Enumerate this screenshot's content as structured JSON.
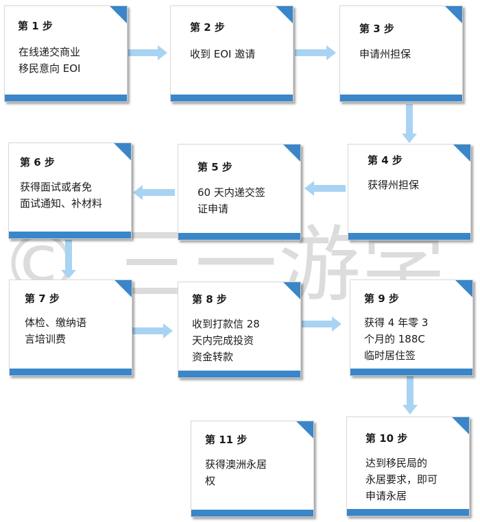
{
  "watermark": "© 三一游学",
  "steps": [
    {
      "label": "第 1 步",
      "text": [
        "在线递交商业",
        "移民意向 EOI"
      ]
    },
    {
      "label": "第 2 步",
      "text": [
        "收到 EOI 邀请"
      ]
    },
    {
      "label": "第 3 步",
      "text": [
        "申请州担保"
      ]
    },
    {
      "label": "第 4 步",
      "text": [
        "获得州担保"
      ]
    },
    {
      "label": "第 5 步",
      "text": [
        "60 天内递交签",
        "证申请"
      ]
    },
    {
      "label": "第 6 步",
      "text": [
        "获得面试或者免",
        "面试通知、补材料"
      ]
    },
    {
      "label": "第 7 步",
      "text": [
        "体检、缴纳语",
        "言培训费"
      ]
    },
    {
      "label": "第 8 步",
      "text": [
        "收到打款信 28",
        "天内完成投资",
        "资金转款"
      ]
    },
    {
      "label": "第 9 步",
      "text": [
        "获得 4 年零 3",
        "个月的 188C",
        "临时居住签"
      ]
    },
    {
      "label": "第 10 步",
      "text": [
        "达到移民局的",
        "永居要求，即可",
        "申请永居"
      ]
    },
    {
      "label": "第 11 步",
      "text": [
        "获得澳洲永居",
        "权"
      ]
    }
  ],
  "colors": {
    "accent": "#3a86c8",
    "arrow": "#a9d3f2",
    "corner": "#3a86c8",
    "watermark": "#dcdcdc"
  }
}
